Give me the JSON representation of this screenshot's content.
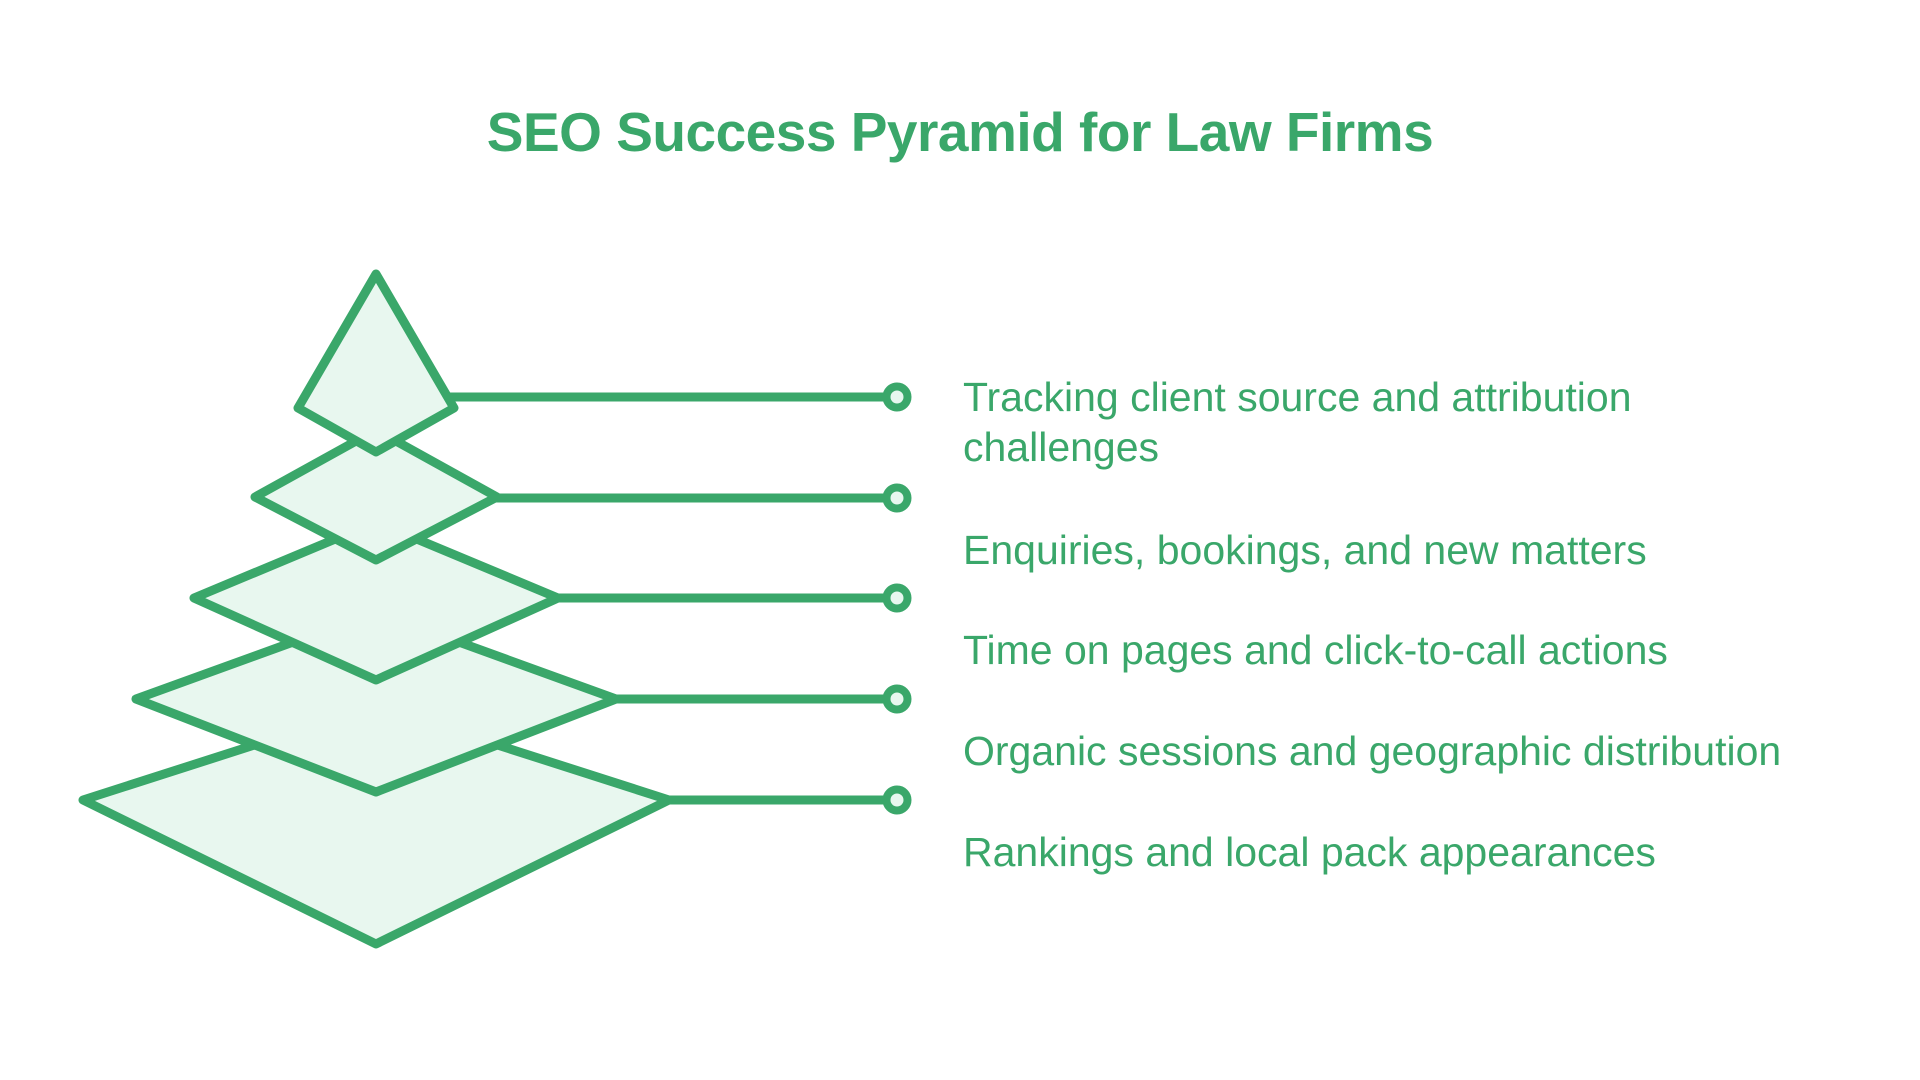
{
  "title": "SEO Success Pyramid for Law Firms",
  "colors": {
    "accent_green": "#3aa76a",
    "shape_fill": "#e8f7ef",
    "background": "#ffffff"
  },
  "pyramid": {
    "levels": [
      {
        "label": "Tracking client source and attribution challenges",
        "label_lines": [
          "Tracking client source and attribution",
          "challenges"
        ]
      },
      {
        "label": "Enquiries, bookings, and new matters",
        "label_lines": [
          "Enquiries, bookings, and new matters"
        ]
      },
      {
        "label": "Time on pages and click-to-call actions",
        "label_lines": [
          "Time on pages and click-to-call actions"
        ]
      },
      {
        "label": "Organic sessions and geographic distribution",
        "label_lines": [
          "Organic sessions and geographic distribution"
        ]
      },
      {
        "label": "Rankings and local pack appearances",
        "label_lines": [
          "Rankings and local pack appearances"
        ]
      }
    ]
  }
}
